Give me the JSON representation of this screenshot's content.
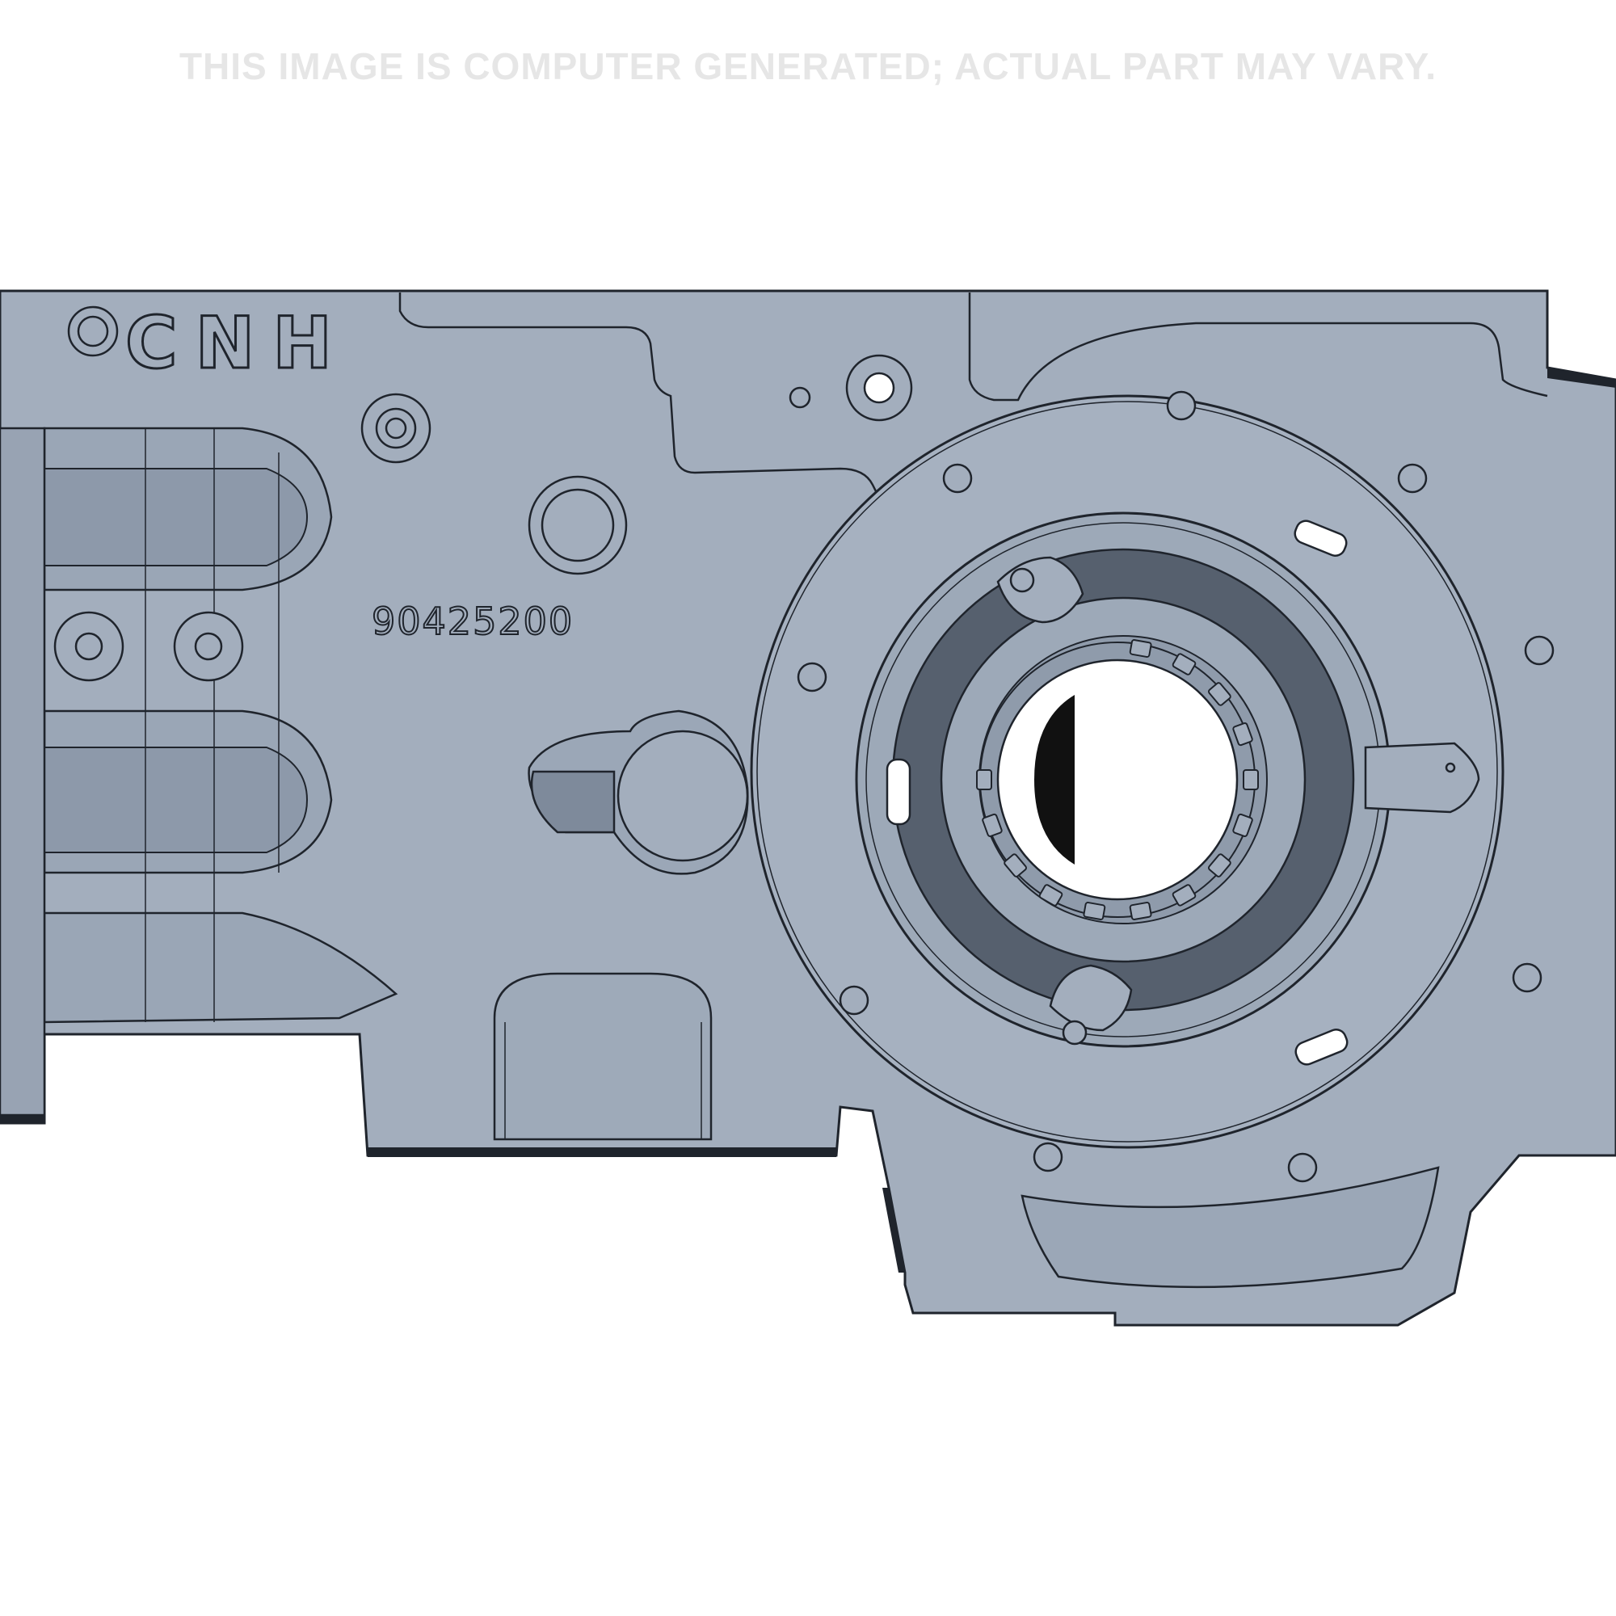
{
  "disclaimer": "THIS IMAGE IS COMPUTER GENERATED; ACTUAL PART MAY VARY.",
  "part": {
    "brand": "CNH",
    "part_number": "90425200"
  },
  "colors": {
    "body": "#a3aebd",
    "outline": "#1f242c",
    "shadow": "#5b6371",
    "disclaimer": "#e6e6e6",
    "background": "#ffffff"
  }
}
